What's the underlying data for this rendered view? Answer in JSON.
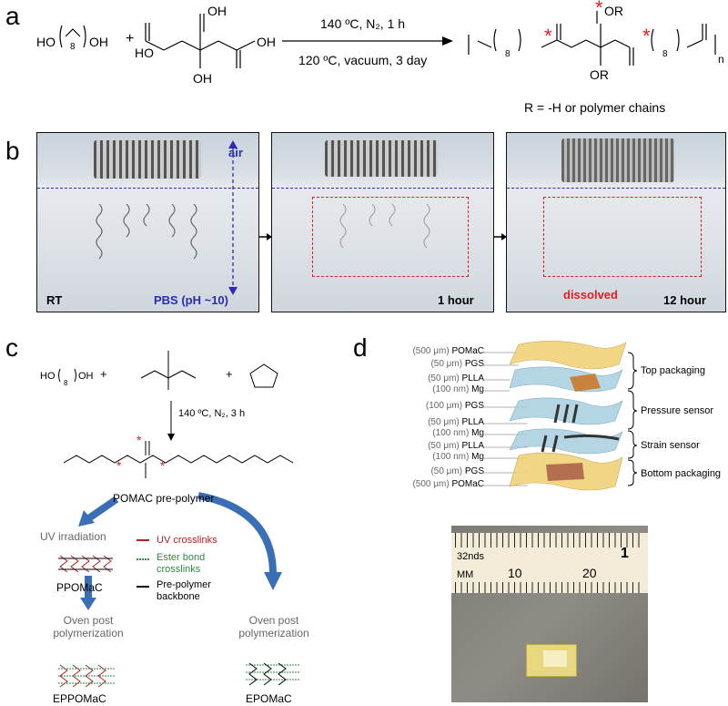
{
  "panels": {
    "a": "a",
    "b": "b",
    "c": "c",
    "d": "d"
  },
  "panel_a": {
    "monomer1": "HO",
    "monomer1_end": "OH",
    "monomer1_sub": "8",
    "plus": "+",
    "cond1": "140 ºC, N₂, 1 h",
    "cond2": "120 ºC, vacuum, 3 day",
    "product_or": "OR",
    "product_r": "OR",
    "product_n": "n",
    "product_sub": "8",
    "r_note": "R = -H  or polymer chains"
  },
  "panel_b": {
    "air": "air",
    "rt": "RT",
    "pbs": "PBS (pH ~10)",
    "hour1": "1 hour",
    "dissolved": "dissolved",
    "hour12": "12 hour"
  },
  "panel_c": {
    "monomer1": "HO",
    "monomer1_end": "OH",
    "sub": "8",
    "plus1": "+",
    "plus2": "+",
    "cond": "140 ºC, N₂, 3 h",
    "prepolymer": "POMAC pre-polymer",
    "uv": "UV irradiation",
    "legend_uv": "UV crosslinks",
    "legend_ester": "Ester bond crosslinks",
    "legend_backbone": "Pre-polymer backbone",
    "ppomac": "PPOMaC",
    "oven1": "Oven post polymerization",
    "oven2": "Oven post polymerization",
    "eppomac": "EPPOMaC",
    "epomac": "EPOMaC",
    "colors": {
      "uv": "#b32020",
      "ester": "#2d8a45",
      "arrow": "#3a6fb5"
    }
  },
  "panel_d": {
    "layers": [
      {
        "thick": "(500 μm)",
        "name": "POMaC"
      },
      {
        "thick": "(50 μm)",
        "name": "PGS"
      },
      {
        "thick": "(50 μm)",
        "name": "PLLA"
      },
      {
        "thick": "(100 nm)",
        "name": "Mg"
      },
      {
        "thick": "(100 μm)",
        "name": "PGS"
      },
      {
        "thick": "(50 μm)",
        "name": "PLLA"
      },
      {
        "thick": "(100 nm)",
        "name": "Mg"
      },
      {
        "thick": "(50 μm)",
        "name": "PLLA"
      },
      {
        "thick": "(100 nm)",
        "name": "Mg"
      },
      {
        "thick": "(50 μm)",
        "name": "PGS"
      },
      {
        "thick": "(500 μm)",
        "name": "POMaC"
      }
    ],
    "groups": [
      "Top packaging",
      "Pressure sensor",
      "Strain sensor",
      "Bottom packaging"
    ],
    "ruler": {
      "unit1": "32nds",
      "unit2": "MM",
      "n1": "1",
      "n10": "10",
      "n20": "20"
    }
  }
}
